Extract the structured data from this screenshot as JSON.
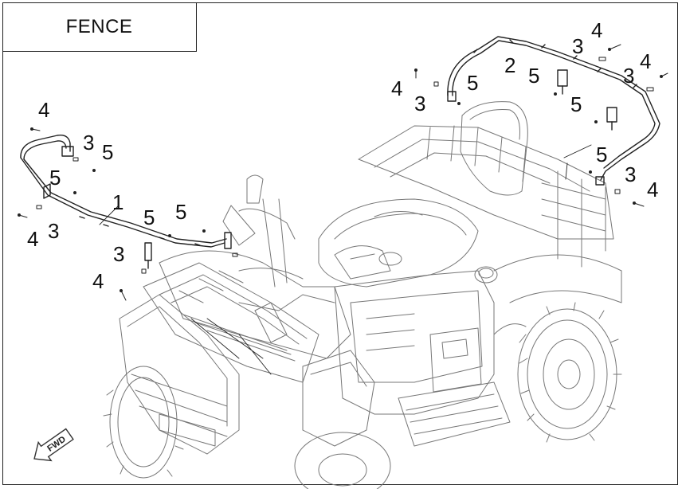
{
  "title": "FENCE",
  "fwd_label": "FWD",
  "callouts": [
    {
      "id": "c1",
      "text": "4"
    },
    {
      "id": "c2",
      "text": "3"
    },
    {
      "id": "c3",
      "text": "5"
    },
    {
      "id": "c4",
      "text": "5"
    },
    {
      "id": "c5",
      "text": "1"
    },
    {
      "id": "c6",
      "text": "4"
    },
    {
      "id": "c7",
      "text": "3"
    },
    {
      "id": "c8",
      "text": "5"
    },
    {
      "id": "c9",
      "text": "5"
    },
    {
      "id": "c10",
      "text": "3"
    },
    {
      "id": "c11",
      "text": "4"
    },
    {
      "id": "c12",
      "text": "4"
    },
    {
      "id": "c13",
      "text": "3"
    },
    {
      "id": "c14",
      "text": "5"
    },
    {
      "id": "c15",
      "text": "2"
    },
    {
      "id": "c16",
      "text": "5"
    },
    {
      "id": "c17",
      "text": "3"
    },
    {
      "id": "c18",
      "text": "4"
    },
    {
      "id": "c19",
      "text": "4"
    },
    {
      "id": "c20",
      "text": "3"
    },
    {
      "id": "c21",
      "text": "5"
    },
    {
      "id": "c22",
      "text": "5"
    },
    {
      "id": "c23",
      "text": "3"
    },
    {
      "id": "c24",
      "text": "4"
    }
  ]
}
